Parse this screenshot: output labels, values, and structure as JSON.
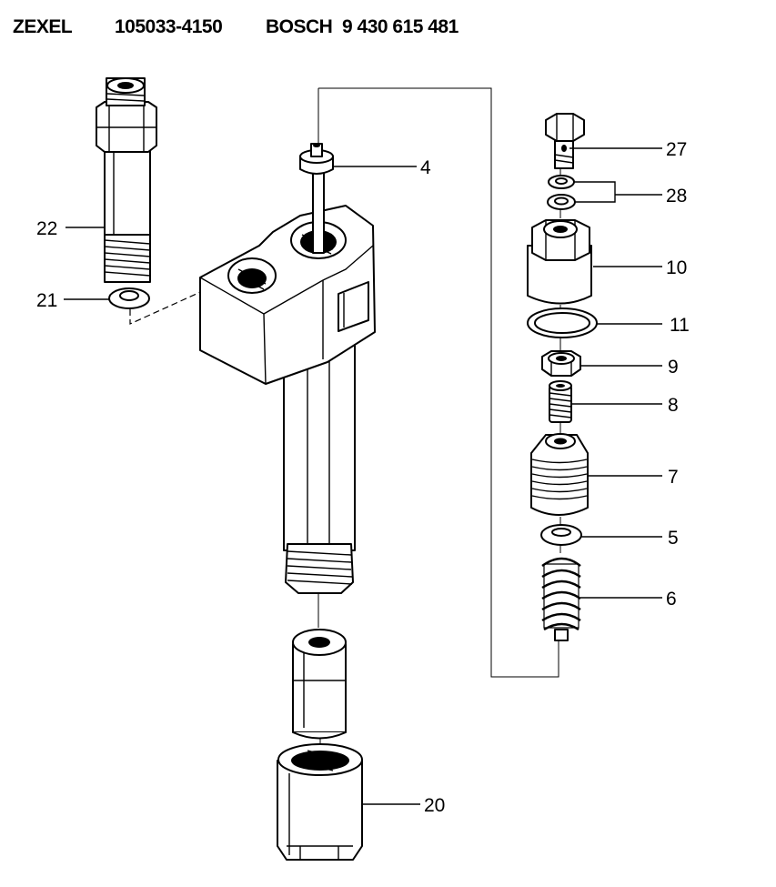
{
  "header": {
    "maker1": "ZEXEL",
    "part1": "105033-4150",
    "maker2": "BOSCH",
    "part2": "9 430 615 481"
  },
  "callouts": {
    "c4": "4",
    "c27": "27",
    "c28": "28",
    "c10": "10",
    "c11": "11",
    "c9": "9",
    "c8": "8",
    "c7": "7",
    "c5": "5",
    "c6": "6",
    "c22": "22",
    "c21": "21",
    "c20": "20"
  }
}
